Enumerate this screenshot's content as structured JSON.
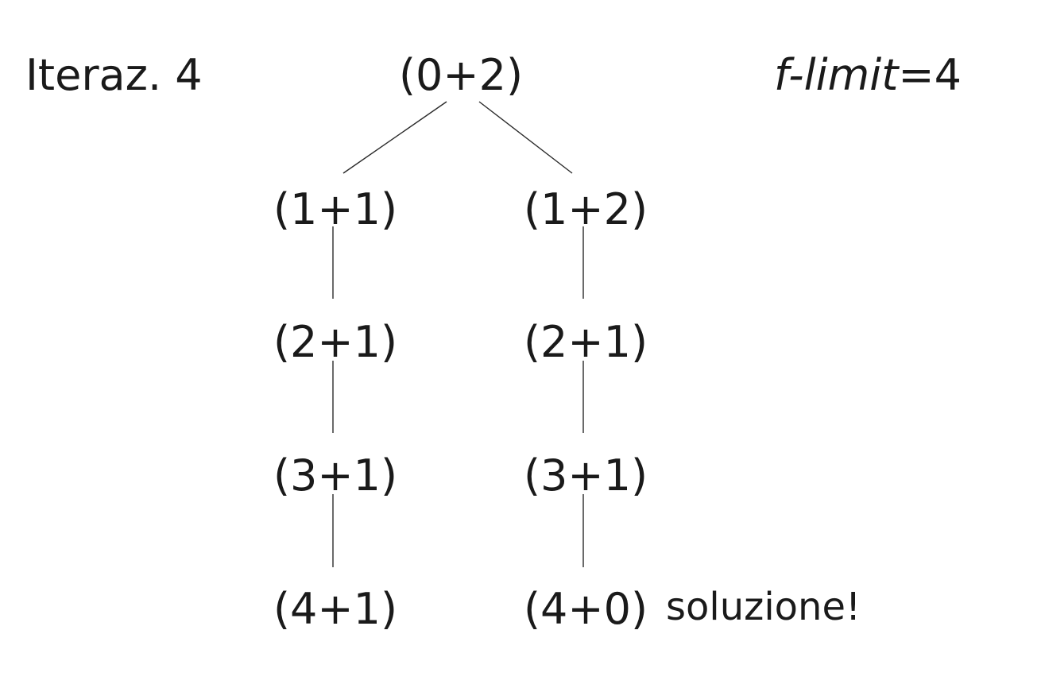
{
  "iteration_label": "Iteraz. 4",
  "f_limit": {
    "name": "f-limit",
    "value": "=4"
  },
  "tree": {
    "root": "(0+2)",
    "left_branch": [
      "(1+1)",
      "(2+1)",
      "(3+1)",
      "(4+1)"
    ],
    "right_branch": [
      "(1+2)",
      "(2+1)",
      "(3+1)",
      "(4+0)"
    ]
  },
  "solution_label": "soluzione!",
  "colors": {
    "text": "#1a1a1a",
    "edge": "#2a2a2a",
    "background": "#ffffff"
  }
}
